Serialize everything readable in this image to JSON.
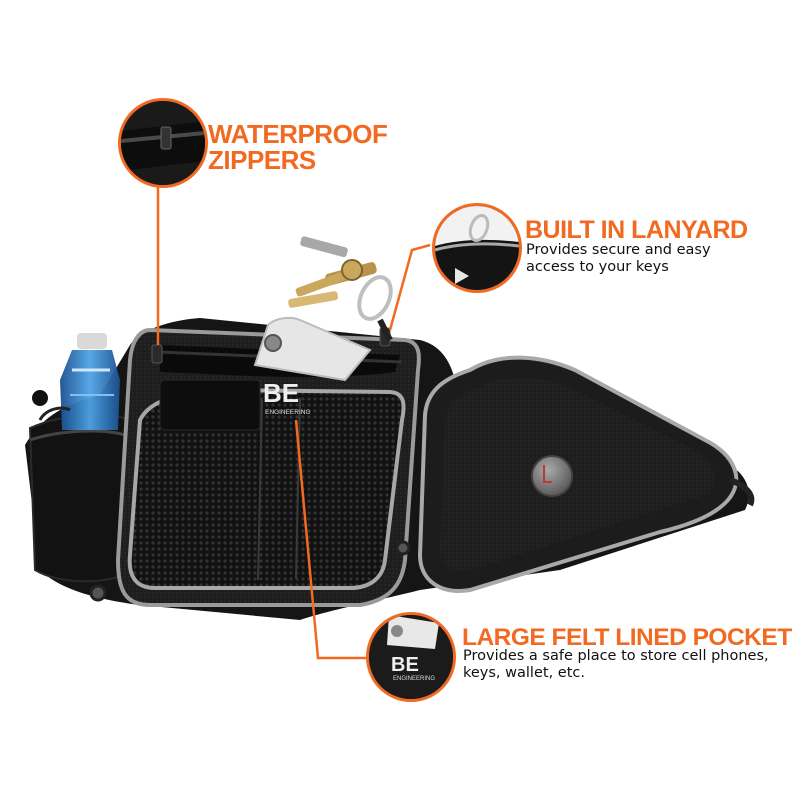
{
  "callouts": {
    "waterproof": {
      "heading_line1": "WATERPROOF",
      "heading_line2": "ZIPPERS"
    },
    "lanyard": {
      "heading": "BUILT IN LANYARD",
      "desc_line1": "Provides secure and easy",
      "desc_line2": "access to your keys"
    },
    "pocket": {
      "heading": "LARGE FELT LINED POCKET",
      "desc_line1": "Provides a safe place to store cell phones,",
      "desc_line2": "keys, wallet, etc."
    }
  },
  "brand": {
    "logo_text": "BE",
    "logo_subtext": "ENGINEERING"
  },
  "colors": {
    "accent": "#f26a21",
    "bag": "#1a1a1a",
    "trim": "#a7a7a7"
  },
  "icons": [
    "water-bottle-icon",
    "keys-icon",
    "phone-icon",
    "carabiner-icon"
  ]
}
